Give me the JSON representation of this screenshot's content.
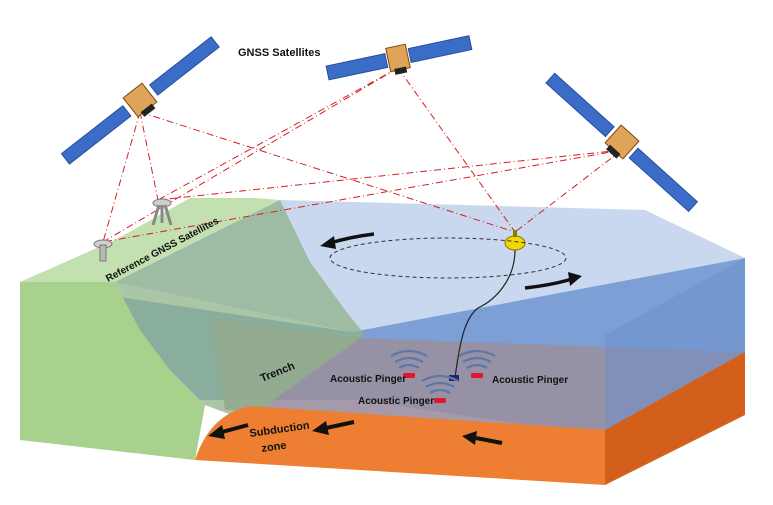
{
  "labels": {
    "gnss_satellites": "GNSS Satellites",
    "reference_gnss": "Reference GNSS Satellites",
    "trench": "Trench",
    "pinger_1": "Acoustic Pinger",
    "pinger_2": "Acoustic Pinger",
    "pinger_3": "Acoustic Pinger",
    "subduction_line1": "Subduction",
    "subduction_line2": "zone"
  },
  "colors": {
    "land_top": "#c3e0b0",
    "land_front": "#a7d18c",
    "ocean_surface": "#c9d8ee",
    "ocean_front": "#7c9fd6",
    "ocean_side": "#6f8fcb",
    "seafloor": "#9a8fa0",
    "crust": "#ee7f32",
    "crust_side": "#d2601b",
    "signal_line": "#d81e1e",
    "solar_panel": "#3a6cc8",
    "satellite_body": "#e0a458",
    "buoy": "#f2d600",
    "pinger_wave": "#5b78a8",
    "pinger": "#e0182d"
  },
  "icons": [
    "satellite-icon",
    "gnss-station-icon",
    "buoy-icon",
    "acoustic-pinger-icon",
    "motion-arrow-icon"
  ]
}
